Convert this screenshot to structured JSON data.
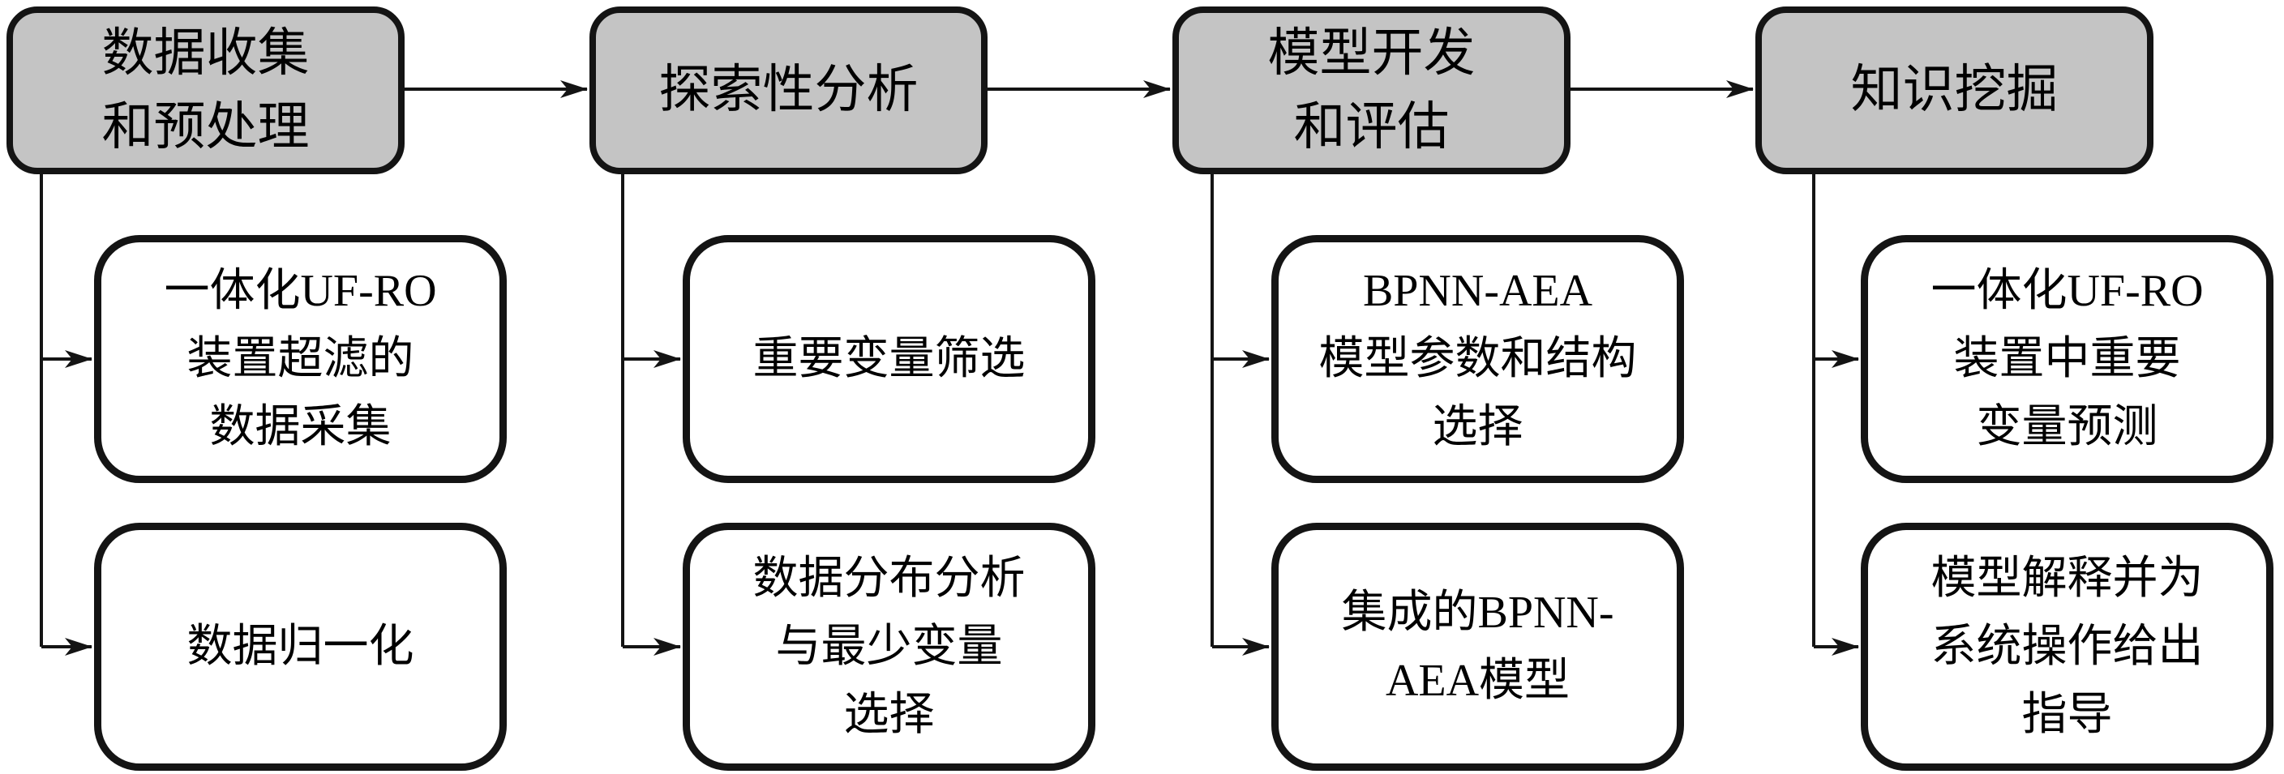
{
  "flowchart": {
    "stages": [
      {
        "label": "数据收集\n和预处理",
        "tasks": [
          "一体化UF-RO\n装置超滤的\n数据采集",
          "数据归一化"
        ]
      },
      {
        "label": "探索性分析",
        "tasks": [
          "重要变量筛选",
          "数据分布分析\n与最少变量\n选择"
        ]
      },
      {
        "label": "模型开发\n和评估",
        "tasks": [
          "BPNN-AEA\n模型参数和结构\n选择",
          "集成的BPNN-\nAEA模型"
        ]
      },
      {
        "label": "知识挖掘",
        "tasks": [
          "一体化UF-RO\n装置中重要\n变量预测",
          "模型解释并为\n系统操作给出\n指导"
        ]
      }
    ],
    "colors": {
      "stage_fill": "#c4c4c4",
      "task_fill": "#ffffff",
      "line": "#141414",
      "background": "#ffffff"
    }
  }
}
